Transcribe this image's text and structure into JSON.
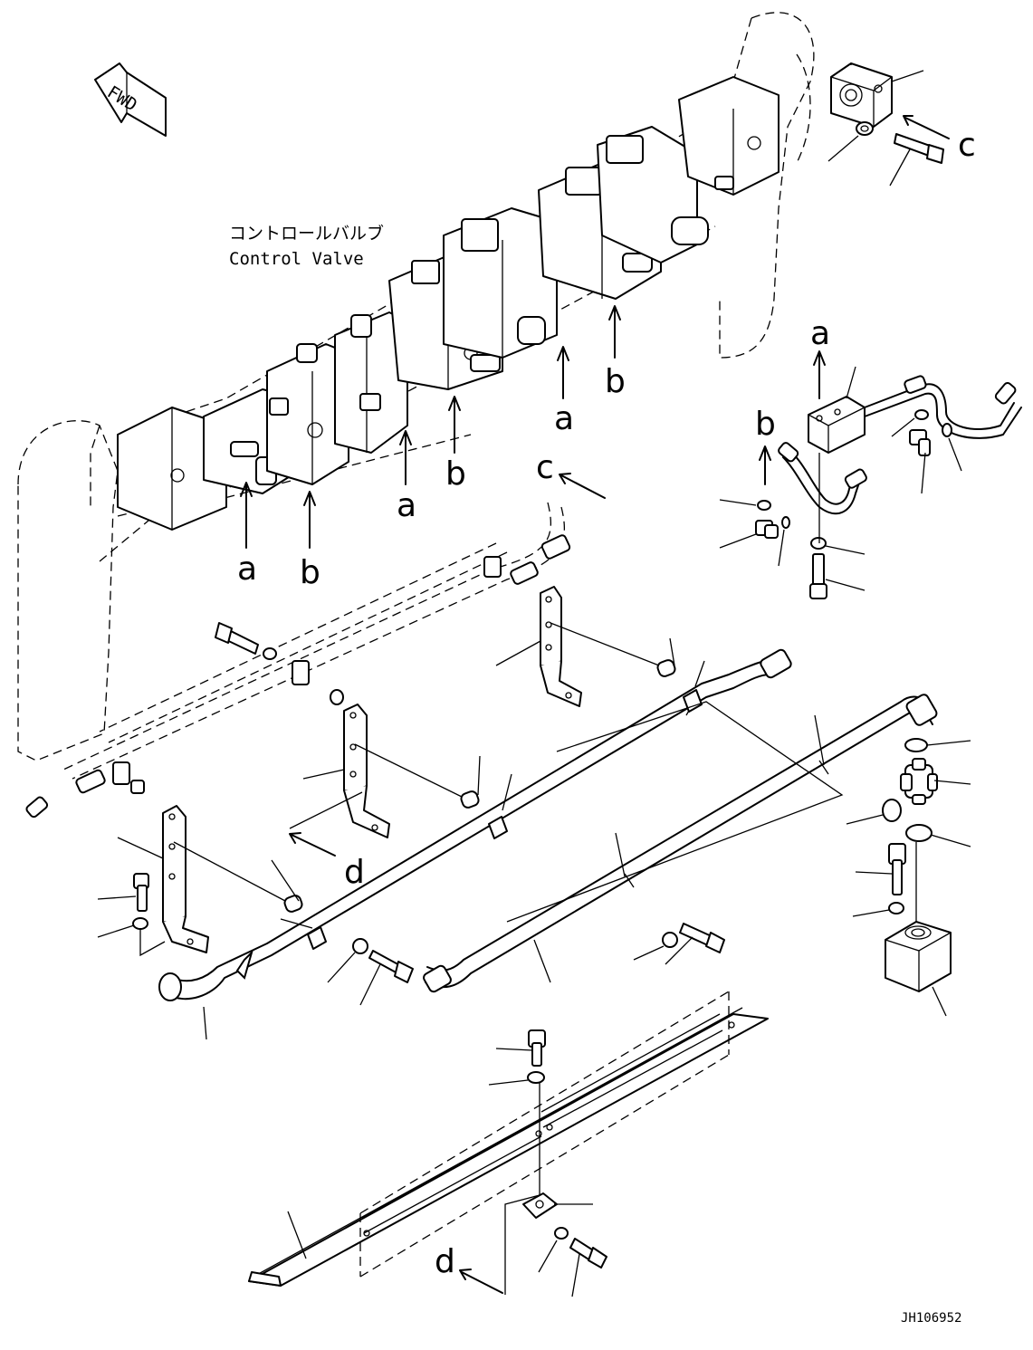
{
  "direction_marker": {
    "label": "FWD"
  },
  "control_valve": {
    "label_jp": "コントロールバルブ",
    "label_en": "Control Valve"
  },
  "callouts": {
    "a1": "a",
    "a2": "a",
    "a3": "a",
    "a4": "a",
    "b1": "b",
    "b2": "b",
    "b3": "b",
    "b4": "b",
    "c1": "c",
    "c2": "c",
    "d1": "d",
    "d2": "d"
  },
  "drawing_number": "JH106952"
}
